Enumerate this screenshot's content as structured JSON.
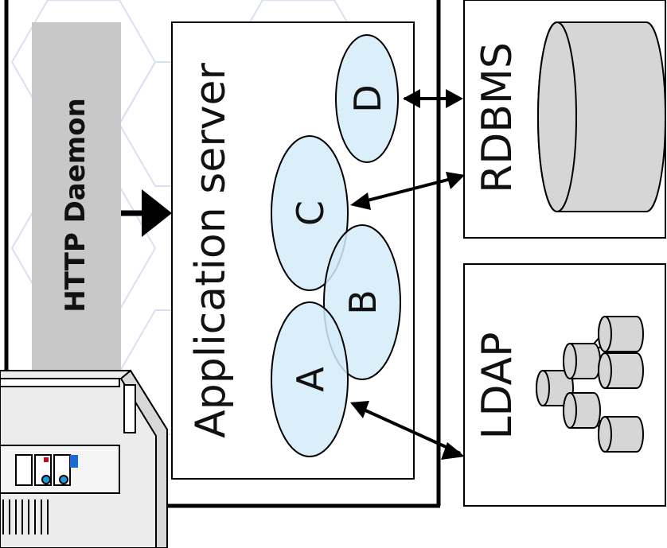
{
  "diagram": {
    "daemon_label": "HTTP Daemon",
    "app_server_label": "Application server",
    "rdbms_label": "RDBMS",
    "ldap_label": "LDAP",
    "nodes": {
      "a": "A",
      "b": "B",
      "c": "C",
      "d": "D"
    }
  },
  "colors": {
    "node_fill": "#d3ecf9",
    "daemon_bar": "#c8c8c8",
    "cylinder_fill": "#d6d6d6",
    "background_pattern": "#c9d3ee"
  }
}
